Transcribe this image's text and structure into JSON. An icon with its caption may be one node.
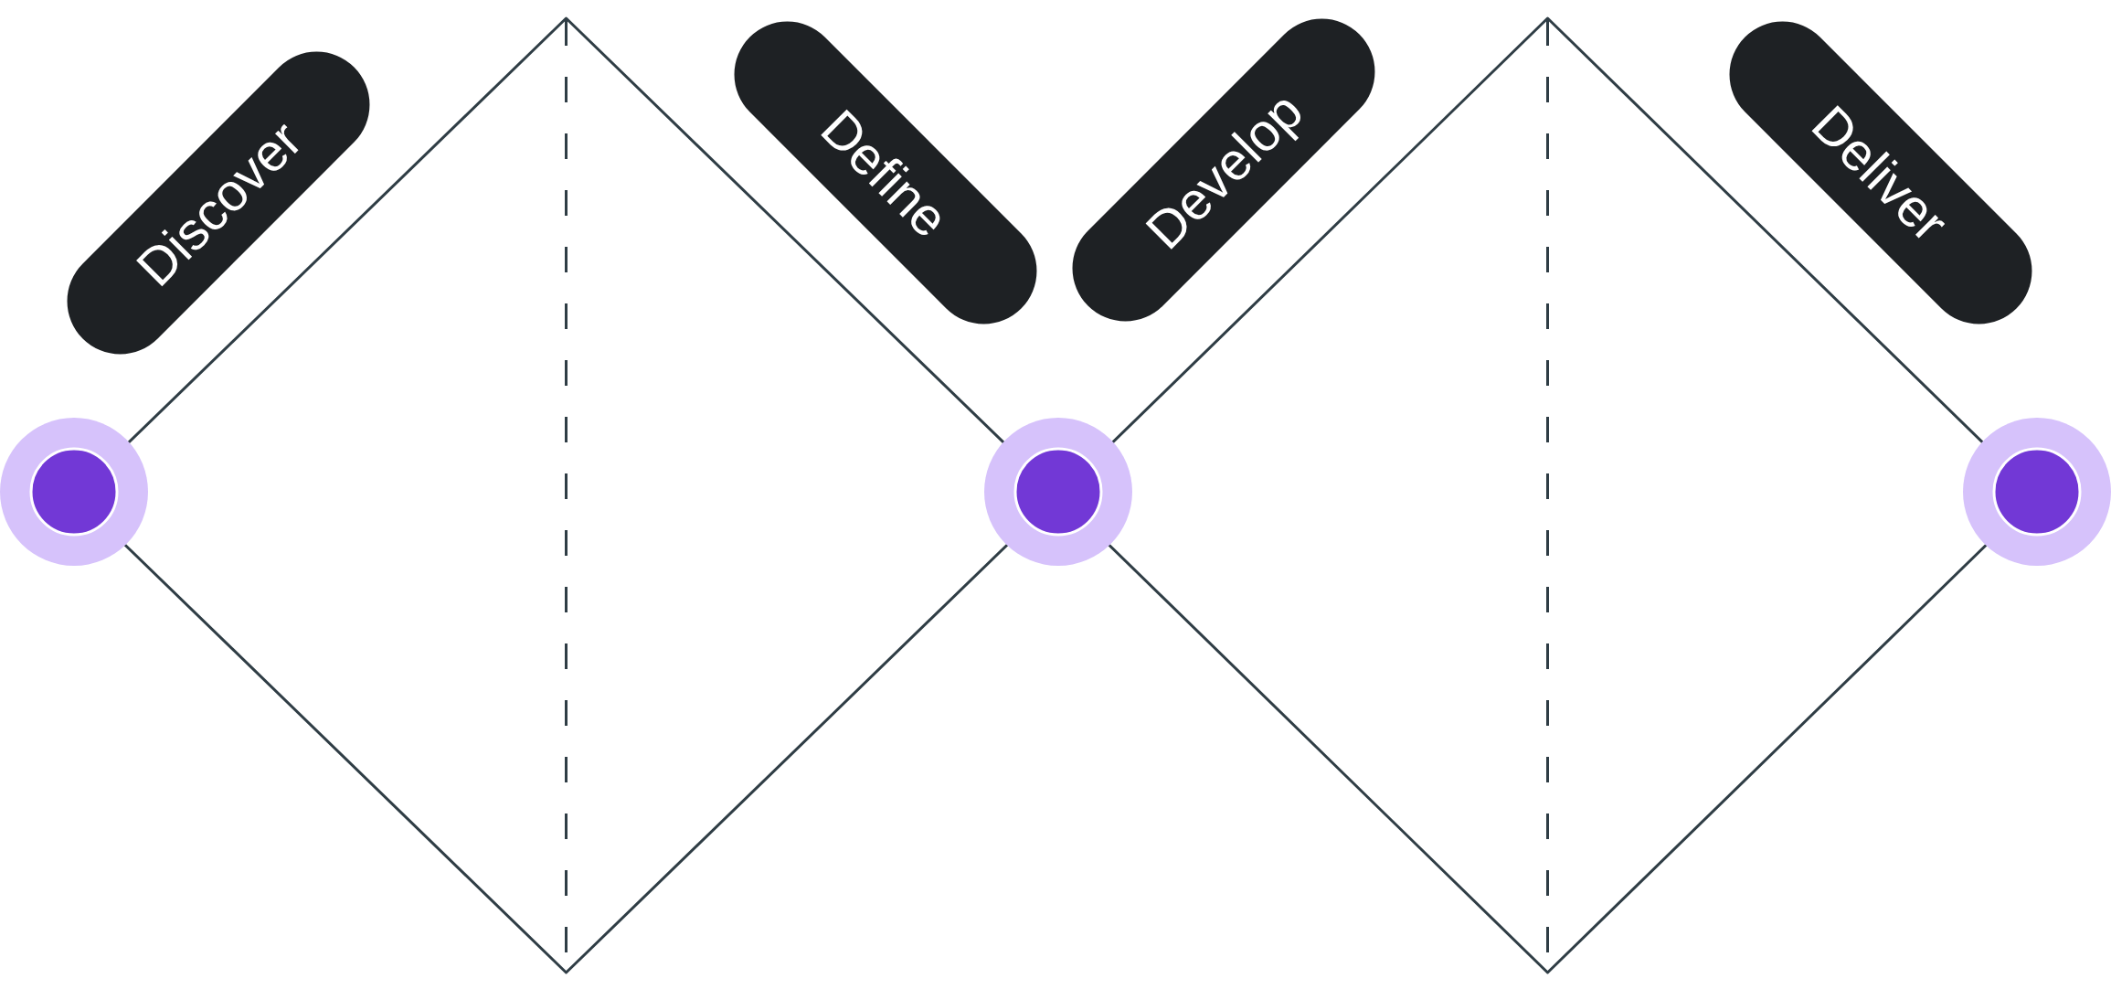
{
  "diagram": {
    "nodes": [
      {
        "text": [],
        "shape": "diamond"
      },
      {
        "text": [],
        "shape": "diamond"
      },
      {
        "text": [
          "Discover"
        ]
      },
      {
        "text": [
          "Define"
        ]
      },
      {
        "text": [
          "Develop"
        ]
      },
      {
        "text": [
          "Deliver"
        ]
      },
      {
        "text": [],
        "shape": "circle"
      },
      {
        "text": [],
        "shape": "circle"
      },
      {
        "text": [],
        "shape": "circle"
      }
    ]
  }
}
